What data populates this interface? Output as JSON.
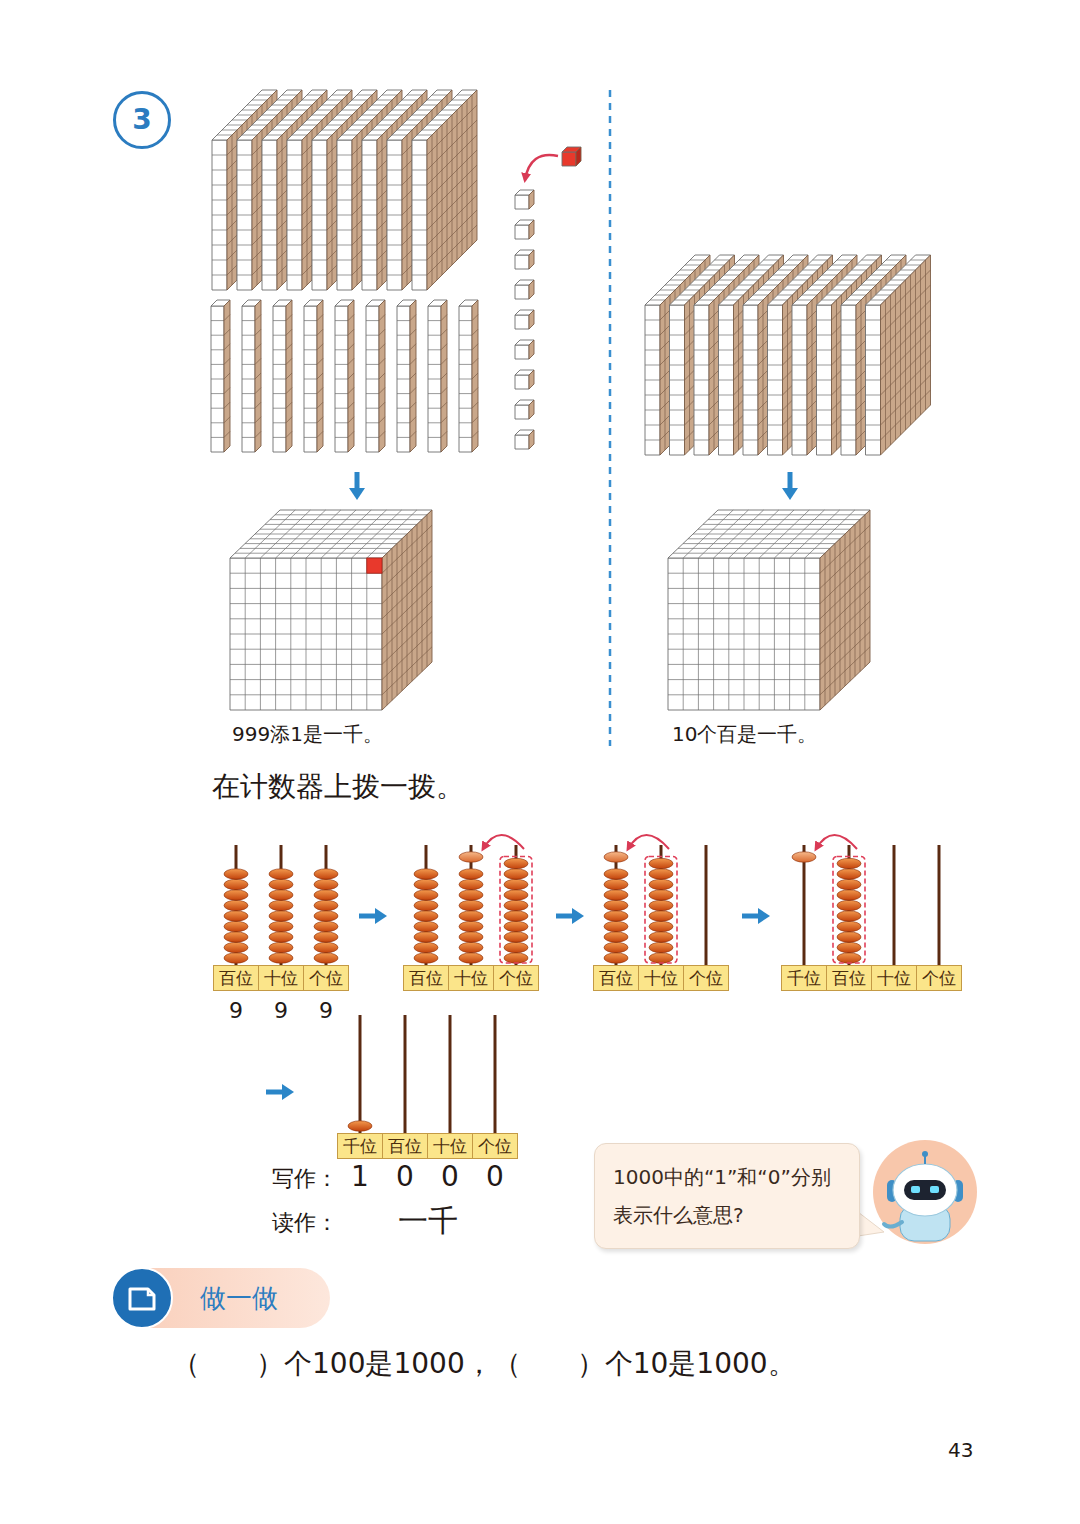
{
  "diagram": {
    "nodes": [
      {
        "text": [
          "3"
        ]
      },
      {
        "text": [
          "1000中的“1”和“0”分别表示什么意思?"
        ]
      },
      {
        "text": [
          "做一做"
        ]
      }
    ],
    "labels": [
      "999添1是一千。",
      "10个百是一千。",
      "在计数器上拨一拨。",
      "百位",
      "十位",
      "个位",
      "9",
      "9",
      "9",
      "百位",
      "十位",
      "个位",
      "百位",
      "十位",
      "个位",
      "千位",
      "百位",
      "十位",
      "个位",
      "千位",
      "百位",
      "十位",
      "个位",
      "写作：",
      "1",
      "0",
      "0",
      "0",
      "读作：",
      "一千",
      "（　　）个100是1000，（　　）个10是1000。",
      "43"
    ]
  }
}
